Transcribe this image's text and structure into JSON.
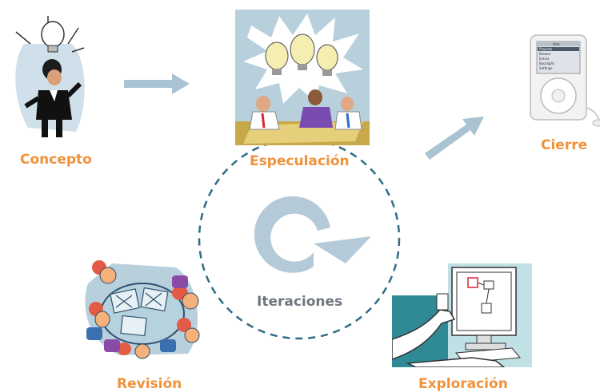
{
  "stages": {
    "concepto": "Concepto",
    "especulacion": "Especulación",
    "cierre": "Cierre",
    "revision": "Revisión",
    "exploracion": "Exploración"
  },
  "center": {
    "label": "Iteraciones"
  },
  "ipod_menu": [
    "iPod",
    "Playlists",
    "Browse",
    "Extras",
    "Backlight",
    "Settings"
  ],
  "colors": {
    "label_orange": "#f0923a",
    "arrow_blue": "#a9c3d2",
    "cycle_blue": "#b5cad8",
    "dashed_circle": "#2f6b86",
    "center_text": "#6e7780"
  },
  "icons": {
    "concepto": "person-with-lightbulb-icon",
    "especulacion": "meeting-ideas-icon",
    "cierre": "ipod-icon",
    "revision": "team-review-icon",
    "exploracion": "computer-diagram-icon",
    "center": "cycle-arrow-icon"
  }
}
